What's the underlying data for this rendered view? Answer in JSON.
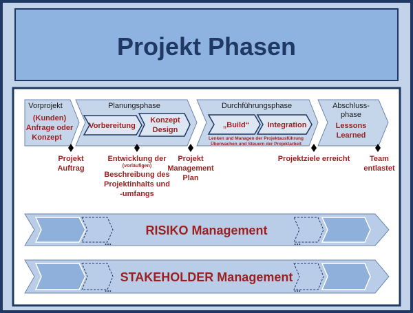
{
  "title": "Projekt Phasen",
  "colors": {
    "frame_outer": "#1f3864",
    "frame_light": "#c3d3ea",
    "title_fill": "#8fb3e0",
    "phase_fill": "#c5d5ea",
    "phase_inner": "#dde7f3",
    "chevron_dark": "#8eb0da",
    "chevron_light": "#c5d6ec",
    "label_red": "#9c1f1f",
    "title_text": "#1f3864"
  },
  "phases": {
    "vorprojekt": {
      "heading": "Vorprojekt",
      "line1": "(Kunden)",
      "line2": "Anfrage oder",
      "line3": "Konzept"
    },
    "planung": {
      "heading": "Planungsphase",
      "sub1": "Vorbereitung",
      "sub2_line1": "Konzept",
      "sub2_line2": "Design"
    },
    "durchfuehrung": {
      "heading": "Durchführungsphase",
      "sub1": "„Build“",
      "sub2": "Integration",
      "note1": "Lenken und Managen der Projektausführung",
      "note2": "Überwachen und Steuern der Projektarbeit"
    },
    "abschluss": {
      "heading1": "Abschluss-",
      "heading2": "phase",
      "line1": "Lessons",
      "line2": "Learned"
    }
  },
  "milestones": {
    "auftrag": {
      "line1": "Projekt",
      "line2": "Auftrag"
    },
    "entwicklung": {
      "line1": "Entwicklung der",
      "small": "(vorläufigen)",
      "line2": "Beschreibung des",
      "line3": "Projektinhalts und",
      "line4": "-umfangs"
    },
    "plan": {
      "line1": "Projekt",
      "line2": "Management",
      "line3": "Plan"
    },
    "ziele": {
      "line1": "Projektziele erreicht"
    },
    "team": {
      "line1": "Team",
      "line2": "entlastet"
    }
  },
  "bands": {
    "risiko": {
      "label": "RISIKO Management",
      "dots": "..."
    },
    "stakeholder": {
      "label": "STAKEHOLDER Management",
      "dots": "..."
    }
  }
}
